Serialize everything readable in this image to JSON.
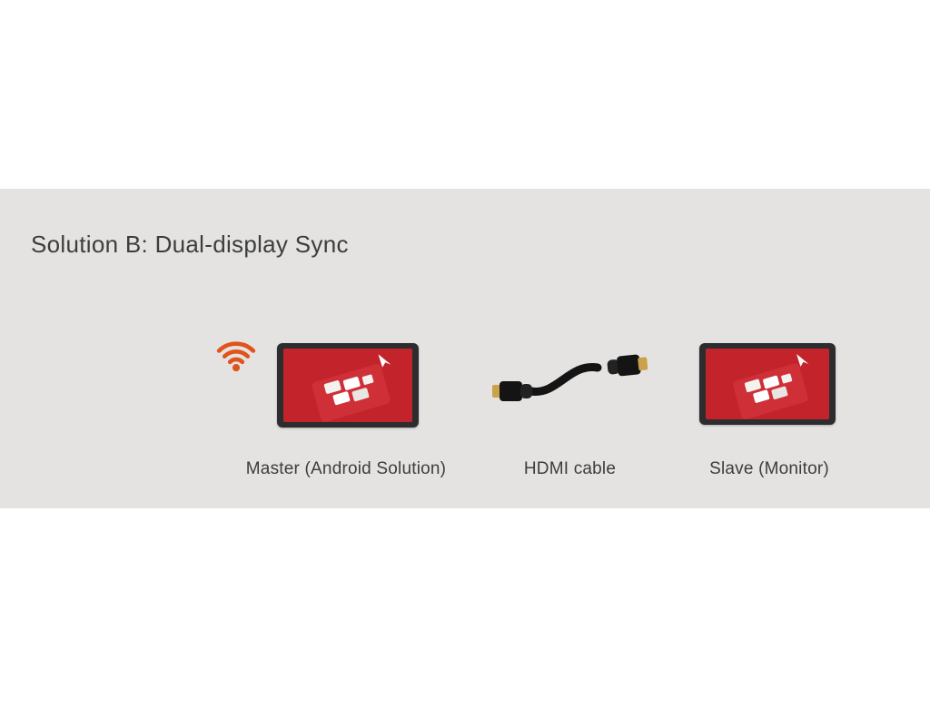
{
  "title": "Solution B: Dual-display Sync",
  "diagram": {
    "master": {
      "label": "Master (Android Solution)"
    },
    "cable": {
      "label": "HDMI cable"
    },
    "slave": {
      "label": "Slave (Monitor)"
    }
  },
  "icons": {
    "wifi": "wifi-icon"
  },
  "colors": {
    "band": "#e4e3e2",
    "screen_red": "#c3242b",
    "screen_red_light": "#cf3038",
    "frame_dark": "#2d2d2f",
    "wifi_orange": "#e0541c",
    "cable_black": "#141414",
    "connector_gold": "#c9a24a",
    "text": "#3d3d3d"
  }
}
